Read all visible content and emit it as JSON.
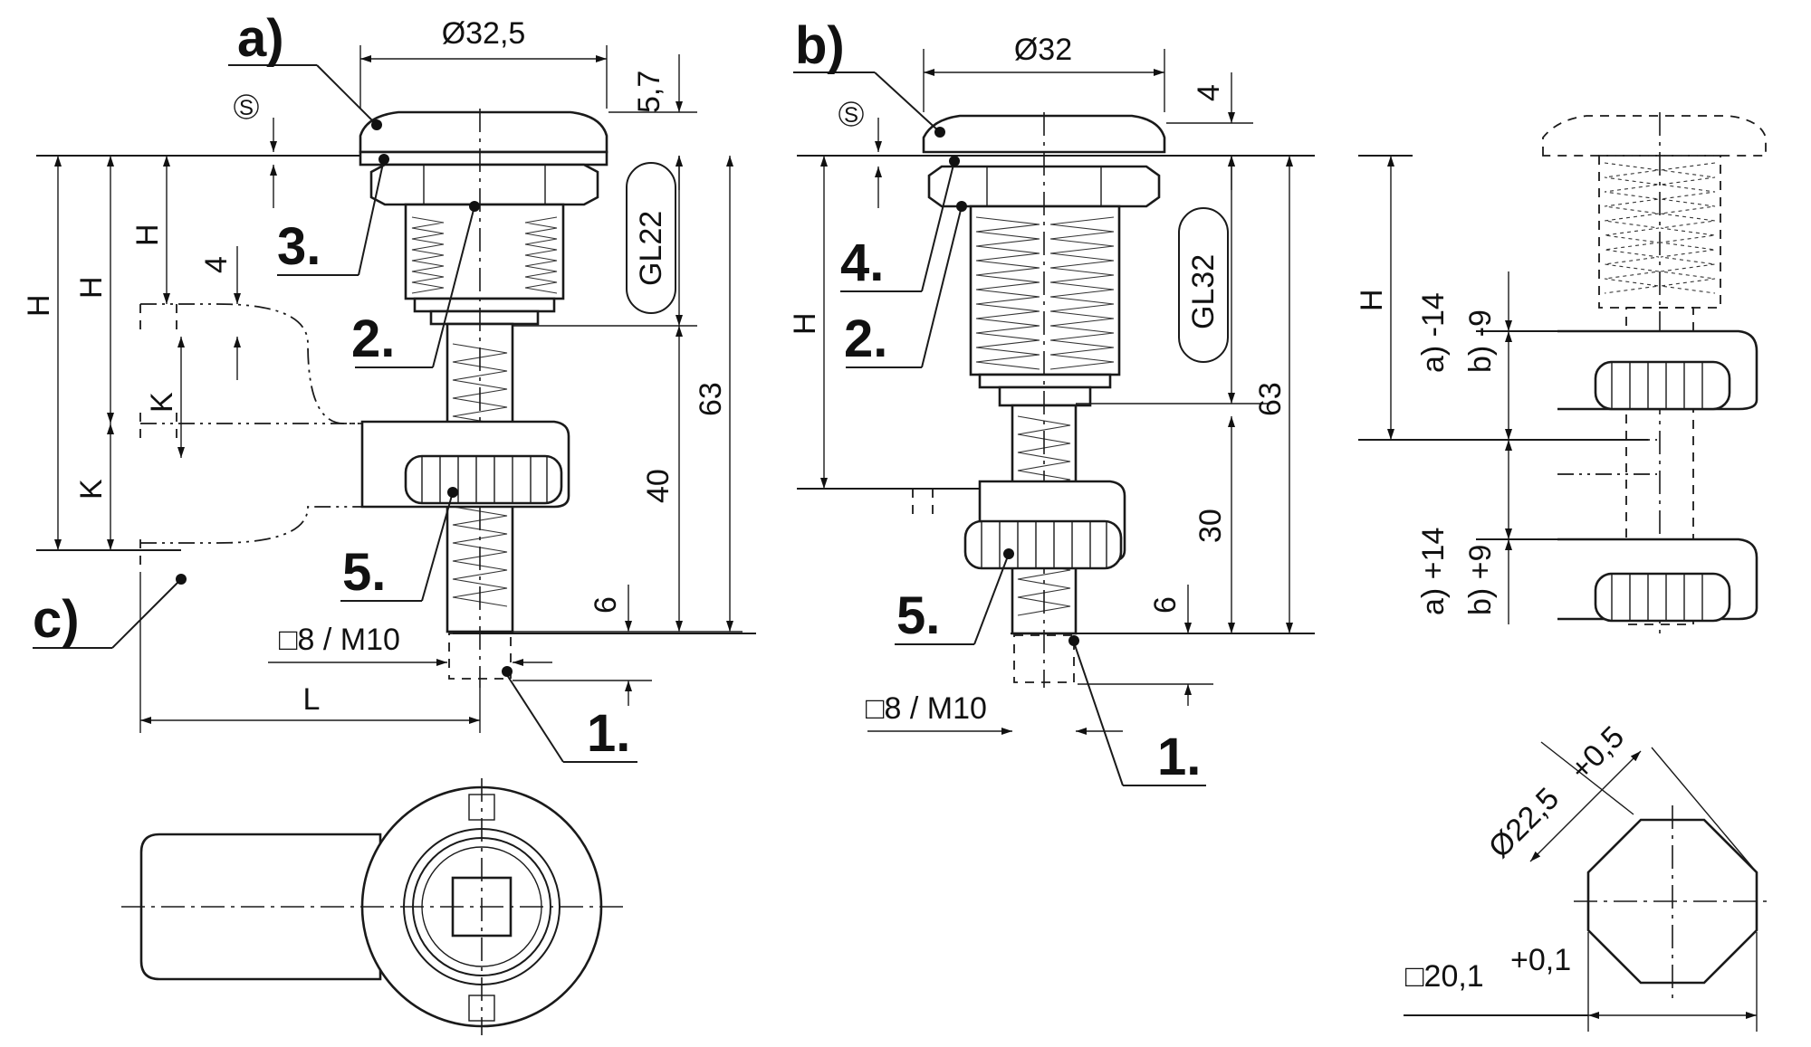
{
  "view_a": {
    "callout": "a)",
    "diameter": "Ø32,5",
    "head_height": "5,7",
    "thread_label": "GL22",
    "height_overall": "63",
    "height_shaft": "40",
    "height_tip": "6",
    "shaft_label": "□8 / M10",
    "symbol_s": "S",
    "h_label": "H",
    "k_label": "K",
    "four_label": "4",
    "l_label": "L"
  },
  "view_b": {
    "callout": "b)",
    "diameter": "Ø32",
    "head_height": "4",
    "thread_label": "GL32",
    "height_overall": "63",
    "height_shaft": "30",
    "height_tip": "6",
    "shaft_label": "□8 / M10",
    "symbol_s": "S",
    "h_label": "H"
  },
  "view_side": {
    "h_label": "H",
    "offset_a_neg": "a) -14",
    "offset_b_neg": "b) -9",
    "offset_a_pos": "a) +14",
    "offset_b_pos": "b) +9"
  },
  "cutout": {
    "diameter": "Ø22,5",
    "diameter_tol": "+0,5",
    "square": "□20,1",
    "square_tol": "+0,1"
  },
  "callouts": {
    "c": "c)",
    "n1": "1.",
    "n2": "2.",
    "n3": "3.",
    "n4": "4.",
    "n5": "5."
  }
}
